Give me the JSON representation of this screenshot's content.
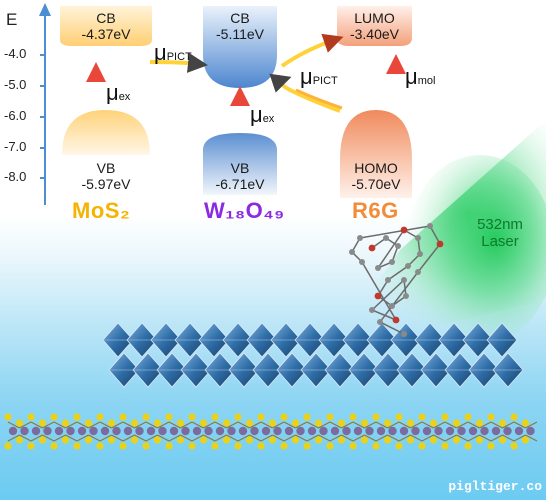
{
  "axis": {
    "label": "E",
    "ticks": [
      "-4.0",
      "-5.0",
      "-6.0",
      "-7.0",
      "-8.0"
    ]
  },
  "materials": [
    {
      "name": "MoS₂",
      "color": "#f4b400",
      "cb": {
        "label": "CB",
        "value": "-4.37eV"
      },
      "vb": {
        "label": "VB",
        "value": "-5.97eV"
      },
      "transition": {
        "mu": "μ",
        "sub": "ex"
      }
    },
    {
      "name": "W₁₈O₄₉",
      "color": "#8a2be2",
      "cb": {
        "label": "CB",
        "value": "-5.11eV"
      },
      "vb": {
        "label": "VB",
        "value": "-6.71eV"
      },
      "transition": {
        "mu": "μ",
        "sub": "ex"
      }
    },
    {
      "name": "R6G",
      "color": "#f28c38",
      "cb": {
        "label": "LUMO",
        "value": "-3.40eV"
      },
      "vb": {
        "label": "HOMO",
        "value": "-5.70eV"
      },
      "transition": {
        "mu": "μ",
        "sub": "mol"
      }
    }
  ],
  "charge_transfer": [
    {
      "mu": "μ",
      "sub": "PICT"
    },
    {
      "mu": "μ",
      "sub": "PICT"
    }
  ],
  "laser": {
    "line1": "532nm",
    "line2": "Laser",
    "color": "#2ecc40"
  },
  "colors": {
    "mos2_band": "#ffd27a",
    "w18o49_band": "#5b8fd1",
    "r6g_band": "#f3a07a",
    "arrow_red": "#e8473a",
    "arrow_yellow": "#ffd23a"
  },
  "watermark": "pigltiger.co"
}
